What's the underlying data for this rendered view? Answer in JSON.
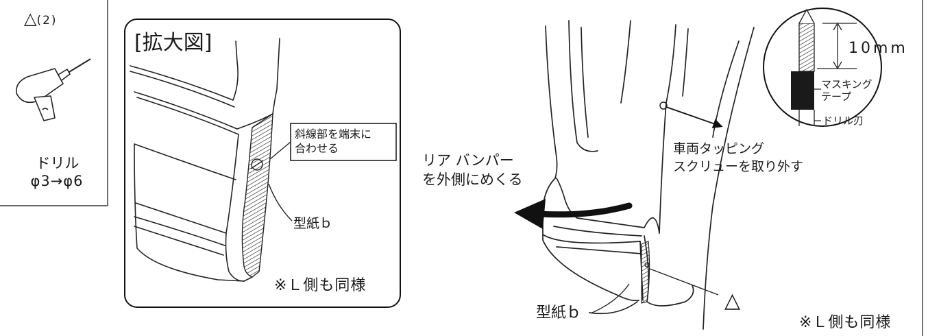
{
  "tool": {
    "title_symbol": "△",
    "count": "(2)",
    "name": "ドリル",
    "spec": "φ3→φ6"
  },
  "detail": {
    "title": "[拡大図]",
    "callout_line1": "斜線部を端末に",
    "callout_line2": "合わせる",
    "template_label": "型紙ｂ",
    "note": "※Ｌ側も同様"
  },
  "main": {
    "instruction_bumper_line1": "リア バンパー",
    "instruction_bumper_line2": "を外側にめくる",
    "instruction_screw_line1": "車両タッピング",
    "instruction_screw_line2": "スクリューを取り外す",
    "template_label": "型紙ｂ",
    "triangle_label": "△",
    "note": "※Ｌ側も同様"
  },
  "drill_detail": {
    "dimension": "10mm",
    "tape_line1": "マスキング",
    "tape_line2": "テープ",
    "bit_label": "ドリル刃"
  }
}
